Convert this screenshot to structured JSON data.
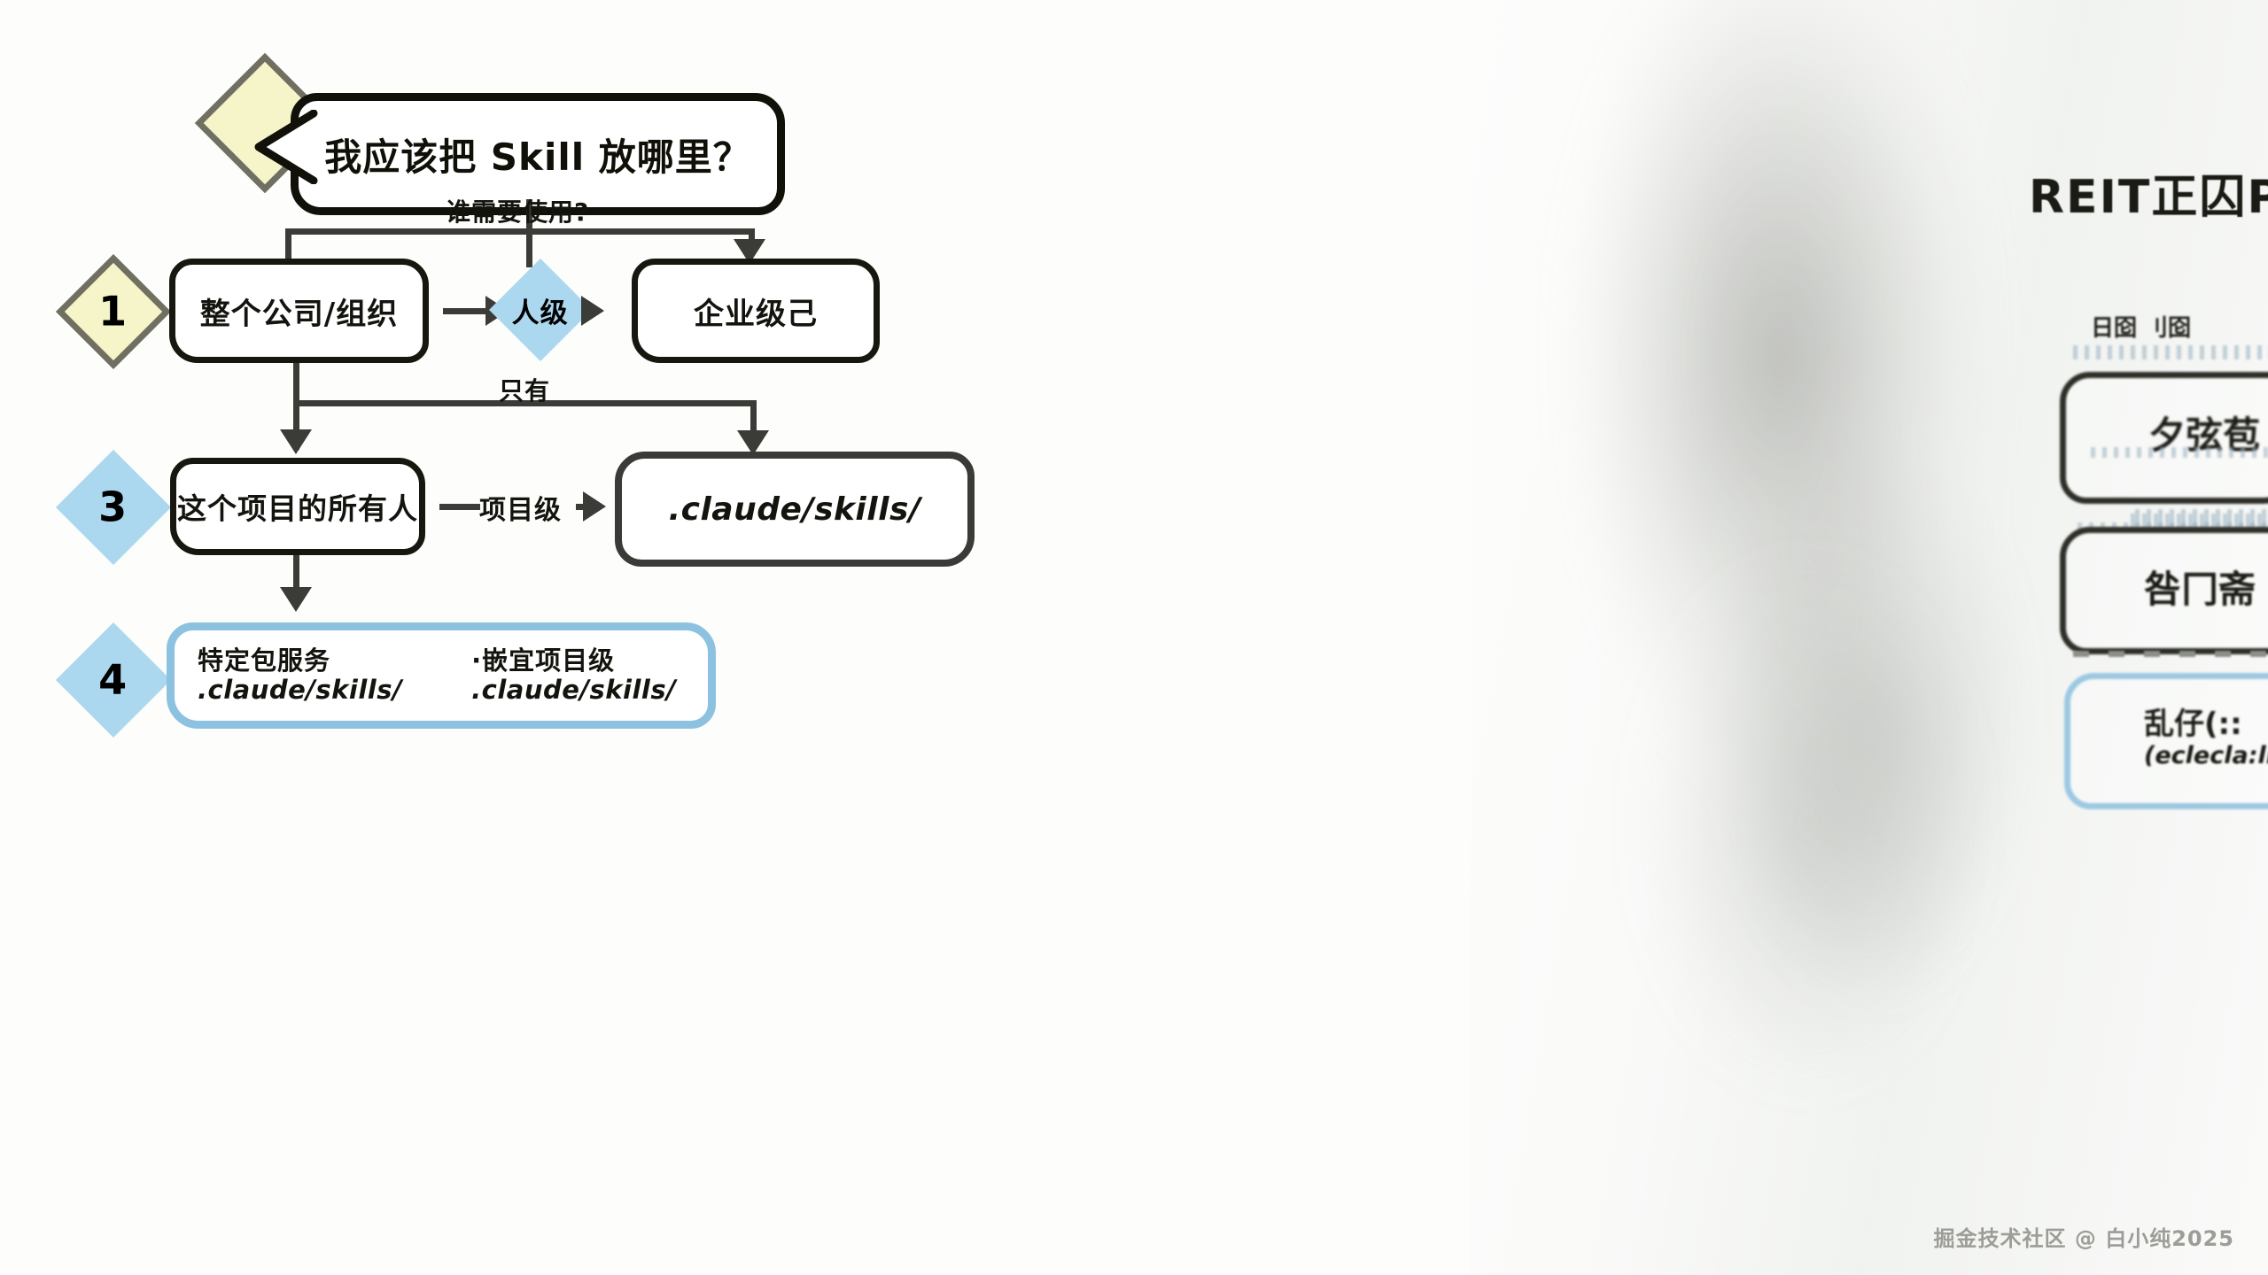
{
  "diagram": {
    "title": "我应该把 Skill 放哪里？",
    "edge_labels": {
      "who_uses": "谁需要使用?",
      "only": "只有",
      "project_level": "项目级"
    },
    "rows": [
      {
        "badge": "1",
        "badge_color": "#f6f5c9",
        "left_box": "整个公司/组织",
        "decision": "人级",
        "right_box": "企业级己"
      },
      {
        "badge": "3",
        "badge_color": "#abd8ef",
        "left_box": "这个项目的所有人",
        "decision": "项目级",
        "right_box": ".claude/skills/"
      },
      {
        "badge": "4",
        "badge_color": "#abd8ef",
        "col_left_title": "特定包服务",
        "col_left_path": ".claude/skills/",
        "col_right_title": "·嵌宜项目级",
        "col_right_path": ".claude/skills/"
      }
    ]
  },
  "ghost_panel": {
    "heading": "REIT正囚PO",
    "subheading": "日囵 刂囵",
    "card_one_text": "夕弦苞",
    "card_two_text": "咎冂斋",
    "card_three_title": "乱仔(::",
    "card_three_sub": "(eclecla:lr."
  },
  "watermark": "掘金技术社区 @ 白小纯2025",
  "colors": {
    "ink": "#14140f",
    "stroke_grey": "#3b3b37",
    "yellow": "#f6f5c9",
    "blue": "#abd8ef",
    "blue_border": "#8cc2e0"
  }
}
